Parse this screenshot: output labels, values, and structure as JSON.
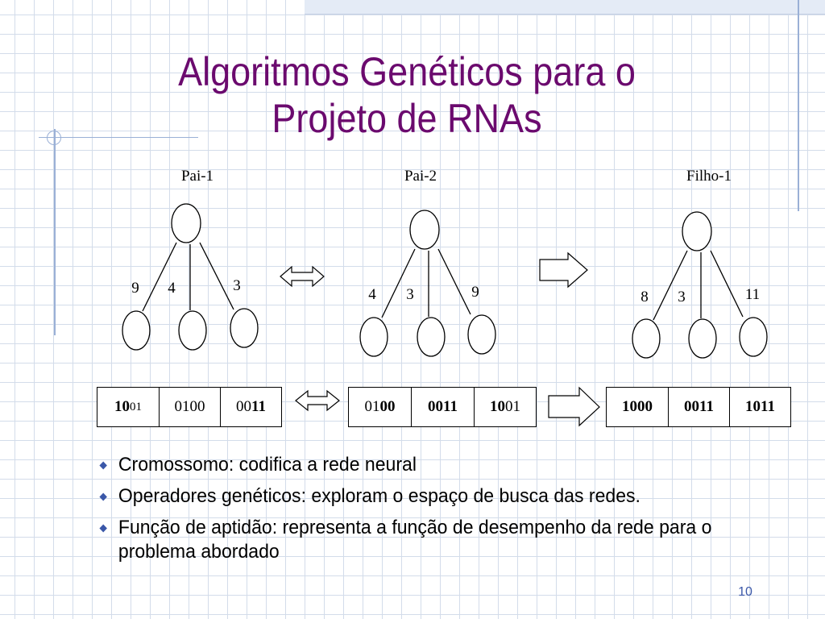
{
  "slide": {
    "title_line1": "Algoritmos Genéticos para o",
    "title_line2": "Projeto de RNAs",
    "page_number": "10"
  },
  "networks": [
    {
      "label": "Pai-1",
      "weights": [
        "9",
        "4",
        "3"
      ]
    },
    {
      "label": "Pai-2",
      "weights": [
        "4",
        "3",
        "9"
      ]
    },
    {
      "label": "Filho-1",
      "weights": [
        "8",
        "3",
        "11"
      ]
    }
  ],
  "chromosomes": [
    {
      "cells": [
        {
          "bold": "10",
          "normal": "01",
          "small": true
        },
        {
          "bold": "",
          "normal": "0100"
        },
        {
          "normal": "00",
          "bold": "11"
        }
      ]
    },
    {
      "cells": [
        {
          "normal": "01",
          "bold": "00"
        },
        {
          "bold": "0011",
          "normal": ""
        },
        {
          "bold": "10",
          "normal": "01"
        }
      ]
    },
    {
      "cells": [
        {
          "bold": "1000",
          "normal": ""
        },
        {
          "bold": "0011",
          "normal": ""
        },
        {
          "bold": "1011",
          "normal": ""
        }
      ]
    }
  ],
  "bullets": [
    "Cromossomo: codifica a rede neural",
    "Operadores genéticos: exploram o espaço de busca das redes.",
    "Função de aptidão: representa a função de desempenho da rede para o problema abordado"
  ],
  "icons": {
    "bullet": "diamond-bullet-icon",
    "exchange": "double-arrow-icon",
    "result": "right-arrow-icon"
  },
  "colors": {
    "title": "#6b0a6e",
    "accent": "#3a57a8"
  }
}
